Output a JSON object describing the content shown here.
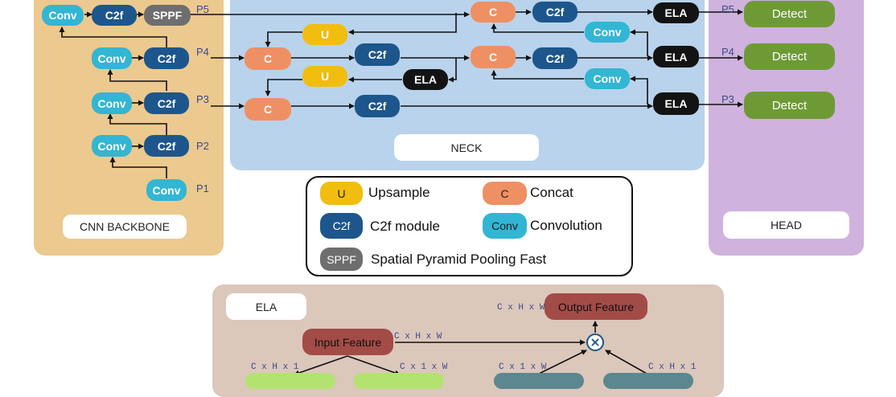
{
  "colors": {
    "backbone_bg": "#ecc98e",
    "neck_bg": "#b9d3ec",
    "head_bg": "#cfb2dd",
    "ela_bg": "#dcc7bb",
    "conv": "#32b6d3",
    "c2f": "#1d568c",
    "sppf": "#6e6e6e",
    "concat": "#ef9064",
    "upsample": "#f1bd0f",
    "ela_node": "#131313",
    "detect": "#6e9a36",
    "feature": "#a34b47",
    "green": "#b2e370",
    "slate": "#5c8690"
  },
  "backbone": {
    "title": "CNN BACKBONE",
    "conv": "Conv",
    "c2f": "C2f",
    "sppf": "SPPF",
    "levels": [
      "P5",
      "P4",
      "P3",
      "P2",
      "P1"
    ]
  },
  "neck": {
    "title": "NECK",
    "concat": "C",
    "upsample": "U",
    "c2f": "C2f",
    "conv": "Conv",
    "ela": "ELA"
  },
  "head": {
    "title": "HEAD",
    "detect": "Detect",
    "levels": [
      "P5",
      "P4",
      "P3"
    ]
  },
  "legend": {
    "items": [
      {
        "icon": "U",
        "label": "Upsample"
      },
      {
        "icon": "C",
        "label": "Concat"
      },
      {
        "icon": "C2f",
        "label": "C2f module"
      },
      {
        "icon": "Conv",
        "label": "Convolution"
      },
      {
        "icon": "SPPF",
        "label": "Spatial Pyramid Pooling Fast"
      }
    ]
  },
  "ela_block": {
    "title": "ELA",
    "input": "Input Feature",
    "output": "Output Feature",
    "multiply": "×",
    "dims": {
      "input": "C x H x W",
      "output": "C x H x W",
      "left_h": "C x H x 1",
      "left_w": "C x 1 x W",
      "right_w": "C x 1 x W",
      "right_h": "C x H x 1"
    }
  }
}
